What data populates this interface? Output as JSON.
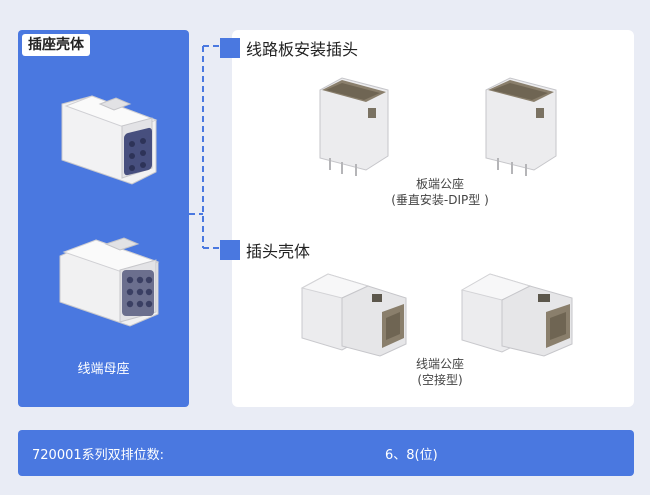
{
  "left_panel": {
    "title": "插座壳体",
    "caption": "线端母座"
  },
  "sections": [
    {
      "title": "线路板安装插头",
      "caption_line1": "板端公座",
      "caption_line2": "(垂直安装-DIP型 )"
    },
    {
      "title": "插头壳体",
      "caption_line1": "线端公座",
      "caption_line2": "(空接型)"
    }
  ],
  "footer": {
    "label": "720001系列双排位数:",
    "value": "6、8(位)"
  },
  "colors": {
    "accent": "#4a78e0",
    "housing": "#e7e7e9",
    "cavity": "#7f7666",
    "seal": "#46507f"
  }
}
